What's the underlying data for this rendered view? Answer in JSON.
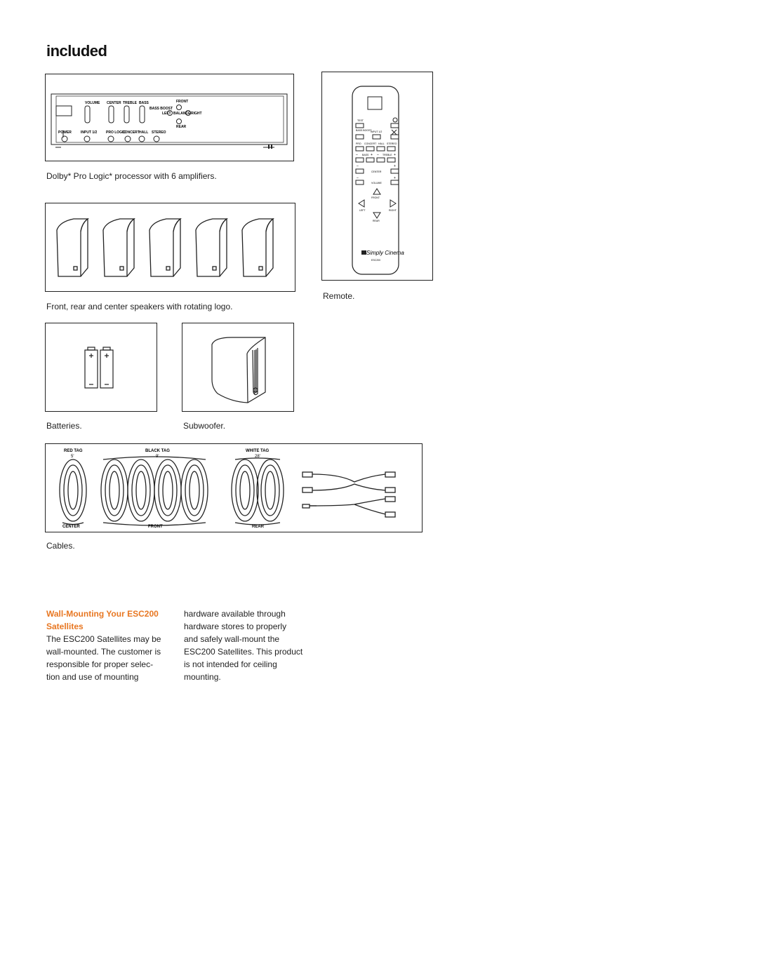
{
  "page": {
    "title": "included"
  },
  "processor": {
    "caption": "Dolby* Pro Logic* processor with 6 amplifiers.",
    "labels": {
      "volume": "VOLUME",
      "center": "CENTER",
      "treble": "TREBLE",
      "bass": "BASS",
      "bass_boost": "BASS BOOST",
      "front": "FRONT",
      "rear": "REAR",
      "left": "LEFT",
      "balance": "BALANCE",
      "right": "RIGHT",
      "power": "POWER",
      "input": "INPUT 1/2",
      "pro_logic": "PRO LOGIC",
      "concert": "CONCERT",
      "hall": "HALL",
      "stereo": "STEREO",
      "plus": "+",
      "minus": "–"
    }
  },
  "speakers": {
    "caption": "Front, rear and center speakers with rotating logo."
  },
  "remote": {
    "caption": "Remote.",
    "labels": {
      "test": "TEST",
      "bass_boost": "BASS BOOST",
      "input": "INPUT 1/2",
      "pro": "PRO",
      "concert": "CONCERT",
      "hall": "HALL",
      "stereo": "STEREO",
      "bass": "BASS",
      "treble": "TREBLE",
      "center": "CENTER",
      "volume": "VOLUME",
      "front": "FRONT",
      "left": "LEFT",
      "right": "RIGHT",
      "rear": "REAR",
      "brand": "Simply Cinema",
      "model": "ESC200",
      "plus": "+",
      "minus": "–"
    }
  },
  "batteries": {
    "caption": "Batteries."
  },
  "subwoofer": {
    "caption": "Subwoofer."
  },
  "cables": {
    "caption": "Cables.",
    "tags": [
      {
        "label": "RED TAG",
        "length": "5'"
      },
      {
        "label": "BLACK TAG",
        "length": "9'"
      },
      {
        "label": "WHITE TAG",
        "length": "28'"
      }
    ],
    "groups": [
      "CENTER",
      "FRONT",
      "REAR"
    ]
  },
  "wall_mounting": {
    "heading_line1": "Wall-Mounting Your ESC200",
    "heading_line2": "Satellites",
    "col1": [
      "The ESC200 Satellites may be",
      "wall-mounted. The customer is",
      "responsible for proper selec-",
      "tion and use of mounting"
    ],
    "col2": [
      "hardware available through",
      "hardware stores to properly",
      "and safely wall-mount the",
      "ESC200 Satellites. This product",
      "is not intended for ceiling",
      "mounting."
    ]
  },
  "colors": {
    "accent": "#e87722",
    "ink": "#222222"
  }
}
